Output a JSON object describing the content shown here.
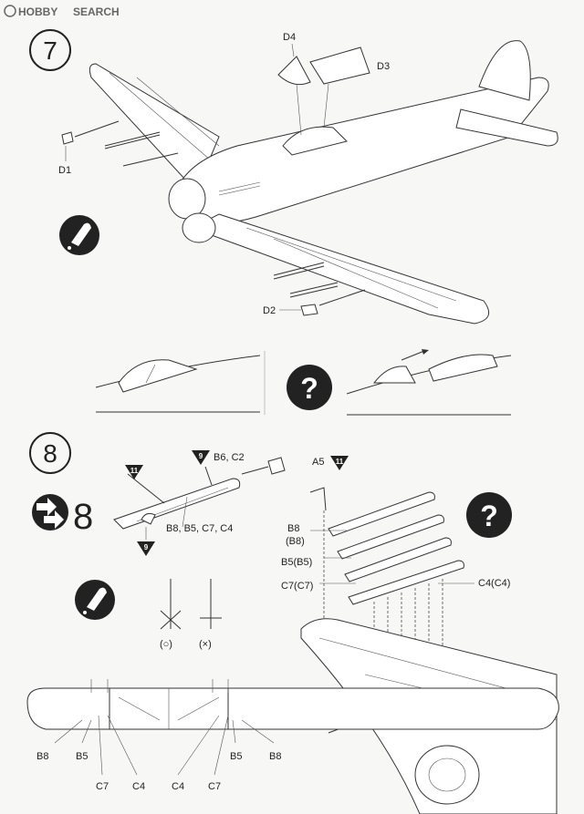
{
  "watermark": {
    "logo_text": "HOBBY",
    "text": "SEARCH"
  },
  "step7": {
    "number": "7",
    "labels": {
      "d4": "D4",
      "d3": "D3",
      "d1": "D1",
      "d2": "D2"
    }
  },
  "step8": {
    "number": "8",
    "mirror_number": "8",
    "badges": {
      "nine_a": "9",
      "eleven_a": "11",
      "nine_b": "9",
      "eleven_b": "11"
    },
    "labels": {
      "b6c2": "B6, C2",
      "b8b5c7c4": "B8, B5, C7, C4",
      "a5": "A5",
      "b8": "B8",
      "b8p": "(B8)",
      "b5b5": "B5(B5)",
      "c7c7": "C7(C7)",
      "c4c4": "C4(C4)",
      "ok": "(○)",
      "ng": "(×)"
    },
    "bottom_labels": {
      "b8_left": "B8",
      "b5_left": "B5",
      "c7_left": "C7",
      "c4_left": "C4",
      "c4_right": "C4",
      "c7_right": "C7",
      "b5_right": "B5",
      "b8_right": "B8"
    }
  },
  "question_mark": "?",
  "icons": [
    "glue-icon",
    "question-icon",
    "mirror-arrows-icon",
    "cement-icon"
  ]
}
